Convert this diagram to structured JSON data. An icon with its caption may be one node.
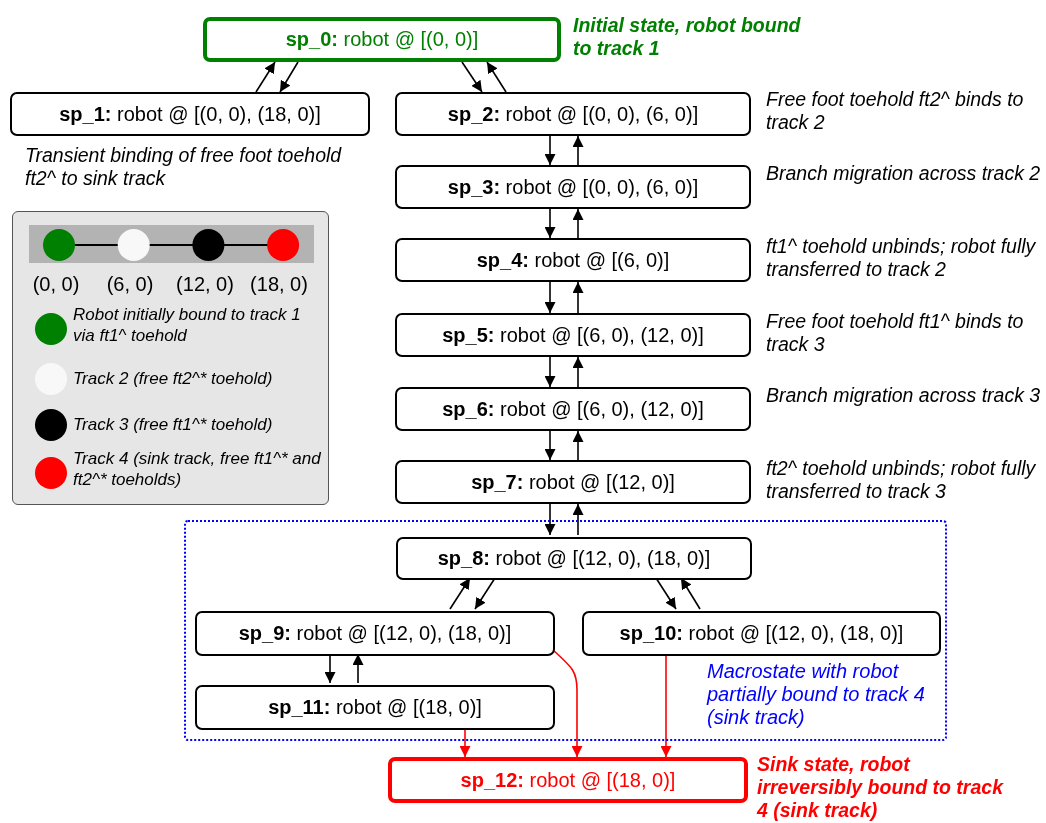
{
  "diagram": {
    "nodes": [
      {
        "text": [
          "**sp_0:** robot @ [(0, 0)]"
        ],
        "beside": [
          "Initial state, robot bound to track 1"
        ]
      },
      {
        "text": [
          "**sp_1:** robot @ [(0, 0), (18, 0)]"
        ],
        "beside": [
          "Transient binding of free foot toehold ft2^ to sink track"
        ]
      },
      {
        "text": [
          "**sp_2:** robot @ [(0, 0), (6, 0)]"
        ],
        "beside": [
          "Free foot toehold ft2^ binds to track 2"
        ]
      },
      {
        "text": [
          "**sp_3:** robot @ [(0, 0), (6, 0)]"
        ],
        "beside": [
          "Branch migration across track 2"
        ]
      },
      {
        "text": [
          "**sp_4:** robot @ [(6, 0)]"
        ],
        "beside": [
          "ft1^ toehold unbinds; robot fully transferred to track 2"
        ]
      },
      {
        "text": [
          "**sp_5:** robot @ [(6, 0), (12, 0)]"
        ],
        "beside": [
          "Free foot toehold ft1^ binds to track 3"
        ]
      },
      {
        "text": [
          "**sp_6:** robot @ [(6, 0), (12, 0)]"
        ],
        "beside": [
          "Branch migration across track 3"
        ]
      },
      {
        "text": [
          "**sp_7:** robot @ [(12, 0)]"
        ],
        "beside": [
          "ft2^ toehold unbinds; robot fully transferred to track 3"
        ]
      },
      {
        "text": [
          "Macrostate with robot partially bound to track 4 (sink track)"
        ]
      },
      {
        "text": [
          "**sp_8:** robot @ [(12, 0), (18, 0)]"
        ],
        "in": 8
      },
      {
        "text": [
          "**sp_9:** robot @ [(12, 0), (18, 0)]"
        ],
        "in": 8
      },
      {
        "text": [
          "**sp_10:** robot @ [(12, 0), (18, 0)]"
        ],
        "in": 8
      },
      {
        "text": [
          "**sp_11:** robot @ [(18, 0)]"
        ],
        "in": 8
      },
      {
        "text": [
          "**sp_12:** robot @ [(18, 0)]"
        ],
        "beside": [
          "Sink state, robot irreversibly bound to track 4 (sink track)"
        ]
      }
    ],
    "edges": [
      {
        "from": 1,
        "to": 0,
        "arrow": "to"
      },
      {
        "from": 0,
        "to": 1,
        "arrow": "to"
      },
      {
        "from": 0,
        "to": 2,
        "arrow": "to"
      },
      {
        "from": 2,
        "to": 0,
        "arrow": "to"
      },
      {
        "from": 2,
        "to": 3,
        "arrow": "to"
      },
      {
        "from": 3,
        "to": 2,
        "arrow": "to"
      },
      {
        "from": 3,
        "to": 4,
        "arrow": "to"
      },
      {
        "from": 4,
        "to": 3,
        "arrow": "to"
      },
      {
        "from": 4,
        "to": 5,
        "arrow": "to"
      },
      {
        "from": 5,
        "to": 4,
        "arrow": "to"
      },
      {
        "from": 5,
        "to": 6,
        "arrow": "to"
      },
      {
        "from": 6,
        "to": 5,
        "arrow": "to"
      },
      {
        "from": 6,
        "to": 7,
        "arrow": "to"
      },
      {
        "from": 7,
        "to": 6,
        "arrow": "to"
      },
      {
        "from": 7,
        "to": 9,
        "arrow": "to"
      },
      {
        "from": 9,
        "to": 7,
        "arrow": "to"
      },
      {
        "from": 10,
        "to": 9,
        "arrow": "to"
      },
      {
        "from": 9,
        "to": 10,
        "arrow": "to"
      },
      {
        "from": 9,
        "to": 11,
        "arrow": "to"
      },
      {
        "from": 11,
        "to": 9,
        "arrow": "to"
      },
      {
        "from": 10,
        "to": 12,
        "arrow": "to"
      },
      {
        "from": 12,
        "to": 10,
        "arrow": "to"
      },
      {
        "from": 12,
        "to": 13,
        "arrow": "to",
        "color": "#ff0000"
      },
      {
        "from": 10,
        "to": 13,
        "arrow": "to",
        "color": "#ff0000"
      },
      {
        "from": 11,
        "to": 13,
        "arrow": "to",
        "color": "#ff0000"
      }
    ],
    "labels": [
      "(0, 0)",
      "(6, 0)",
      "(12, 0)",
      "(18, 0)"
    ],
    "legend": [
      {
        "text": "Robot initially bound to track 1 via ft1^ toehold",
        "color": "#008000"
      },
      {
        "text": "Track 2 (free ft2^* toehold)",
        "color": "#f8f8f8"
      },
      {
        "text": "Track 3 (free ft1^* toehold)",
        "color": "#000000"
      },
      {
        "text": "Track 4 (sink track, free ft1^* and ft2^* toeholds)",
        "color": "#ff0000"
      }
    ]
  }
}
